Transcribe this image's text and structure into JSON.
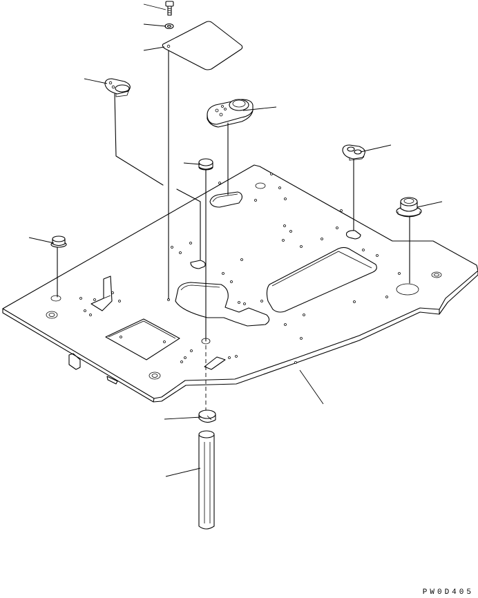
{
  "drawing": {
    "code": "PW0D405",
    "parts": [
      "bolt",
      "washer",
      "cover-plate",
      "grommet-left",
      "seal-plate-center",
      "plug-center",
      "grommet-right",
      "cap-right",
      "grommet-far-left",
      "floor-plate",
      "collar",
      "pipe"
    ]
  }
}
